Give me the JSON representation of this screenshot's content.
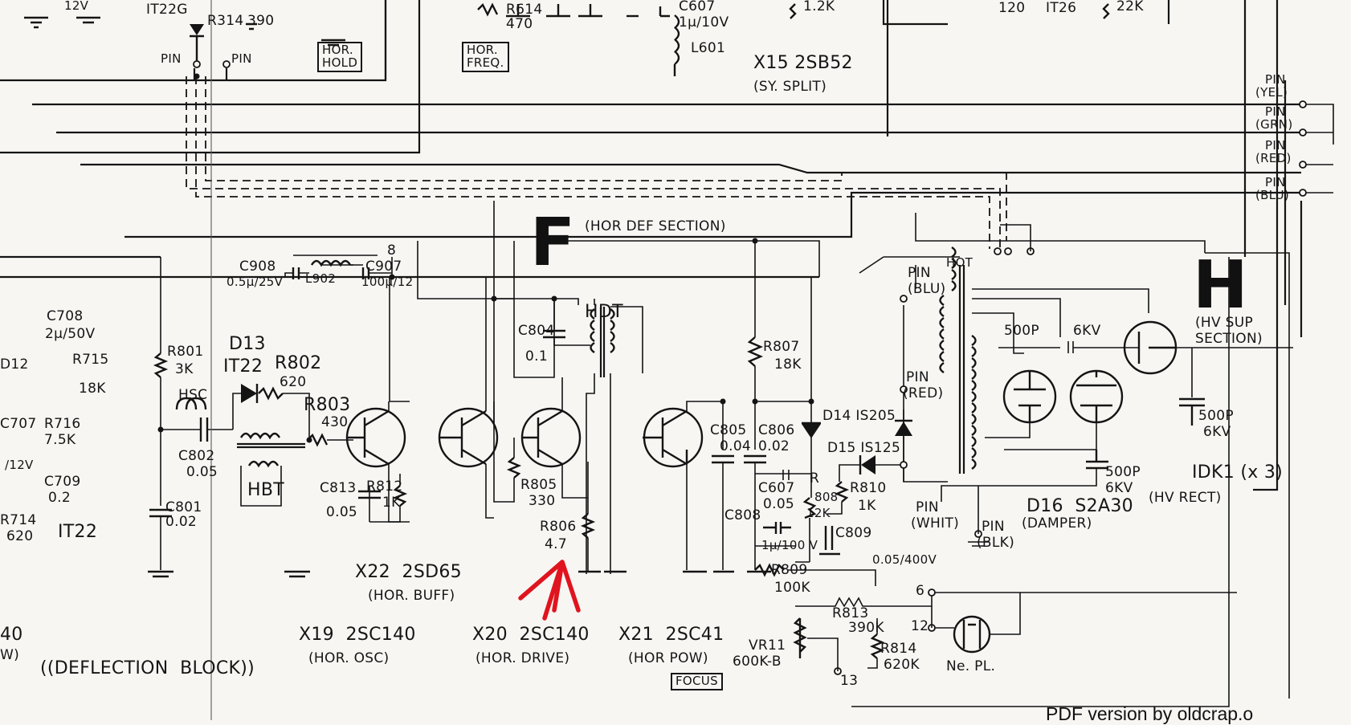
{
  "section_f": {
    "letter": "F",
    "caption": "(HOR DEF SECTION)"
  },
  "section_h": {
    "letter": "H",
    "caption_line1": "(HV SUP",
    "caption_line2": "SECTION)"
  },
  "block_title": "((DEFLECTION  BLOCK))",
  "footer_text": "PDF version by oldcrap.o",
  "boxes": {
    "hor_hold": [
      "HOR.",
      "HOLD"
    ],
    "hor_freq": [
      "HOR.",
      "FREQ."
    ],
    "focus": "FOCUS"
  },
  "top_labels": {
    "r614": "R614",
    "r614v": "470",
    "it22g": "IT22G",
    "v12": "12V",
    "r314": "R314",
    "r314v": "390",
    "pin_a": "PIN",
    "pin_b": "PIN",
    "c607": "C607",
    "c607v": "1μ/10V",
    "l601": "L601",
    "x15": "X15 2SB52",
    "x15d": "(SY. SPLIT)",
    "r120": "120",
    "it26": "IT26",
    "k22": "22K",
    "k12": "1.2K"
  },
  "right_pins": [
    {
      "pin": "PIN",
      "color": "(YEL)"
    },
    {
      "pin": "PIN",
      "color": "(GRN)"
    },
    {
      "pin": "PIN",
      "color": "(RED)"
    },
    {
      "pin": "PIN",
      "color": "(BLU)"
    }
  ],
  "components": {
    "c908": "C908",
    "c908v": "0.5μ/25V",
    "l902": "L902",
    "c907": "C907",
    "c907v": "100μ/12",
    "n8": "8",
    "c708": "C708",
    "c708v": "2μ/50V",
    "r715": "R715",
    "r715v": "18K",
    "d12": "D12",
    "c707": "C707",
    "c707v": "/12V",
    "r716": "R716",
    "r716v": "7.5K",
    "c709": "C709",
    "c709v": "0.2",
    "r714": "R714",
    "r714v": "620",
    "it22_l": "IT22",
    "r801": "R801",
    "r801v": "3K",
    "d13": "D13",
    "d13v": "IT22",
    "r802": "R802",
    "r802v": "620",
    "hsc": "HSC",
    "r803": "R803",
    "r803v": "430",
    "c802": "C802",
    "c802v": "0.05",
    "hbt": "HBT",
    "c813": "C813",
    "c813v": "0.05",
    "r812": "R812",
    "r812v": "1K",
    "c801": "C801",
    "c801v": "0.02",
    "c804": "C804",
    "c804v": "0.1",
    "hdt": "HDT",
    "r805": "R805",
    "r805v": "330",
    "r806": "R806",
    "r806v": "4.7",
    "r807": "R807",
    "r807v": "18K",
    "c805": "C805",
    "c805v": "0.04",
    "c806": "C806",
    "c806v": "0.02",
    "d14": "D14 IS205",
    "d15": "D15 IS125",
    "c607b": "C607",
    "c607bv": "0.05",
    "r808": "R",
    "r808v": "808",
    "r808k": "12K",
    "r810": "R810",
    "r810v": "1K",
    "c808": "C808",
    "c808v": "1μ/100 V",
    "c809": "C809",
    "c809v": "0.05/400V",
    "r809": "R809",
    "r809v": "100K",
    "pin_blu": "PIN",
    "pin_blu_c": "(BLU)",
    "hot": "HOT",
    "pin_red": "PIN",
    "pin_red_c": "(RED)",
    "c500p": "500P",
    "c6kv": "6KV",
    "c500p_b": "500P",
    "c6kv_b": "6KV",
    "c500p_c": "500P",
    "c6kv_c": "6KV",
    "idk1": "IDK1 (x 3)",
    "hvrect": "(HV RECT)",
    "d16": "D16  S2A30",
    "damper": "(DAMPER)",
    "pin_whit": "PIN",
    "pin_whit_c": "(WHIT)",
    "pin_blk": "PIN",
    "pin_blk_c": "(BLK)",
    "n6": "6",
    "n12": "12",
    "n13": "13",
    "r813": "R813",
    "r813v": "390K",
    "r814": "R814",
    "r814v": "620K",
    "vr11": "VR11",
    "vr11v": "600K-B",
    "ne": "Ne. PL."
  },
  "transistors": {
    "x22": "X22  2SD65",
    "x22d": "(HOR. BUFF)",
    "x19": "X19  2SC140",
    "x19d": "(HOR. OSC)",
    "x20": "X20  2SC140",
    "x20d": "(HOR. DRIVE)",
    "x21": "X21  2SC41",
    "x21d": "(HOR POW)",
    "left_cut": "40",
    "left_cut_d": "W)"
  },
  "colors": {
    "ink": "#141414",
    "paper": "#f7f6f3",
    "annotation_arrow": "#e0141e"
  }
}
